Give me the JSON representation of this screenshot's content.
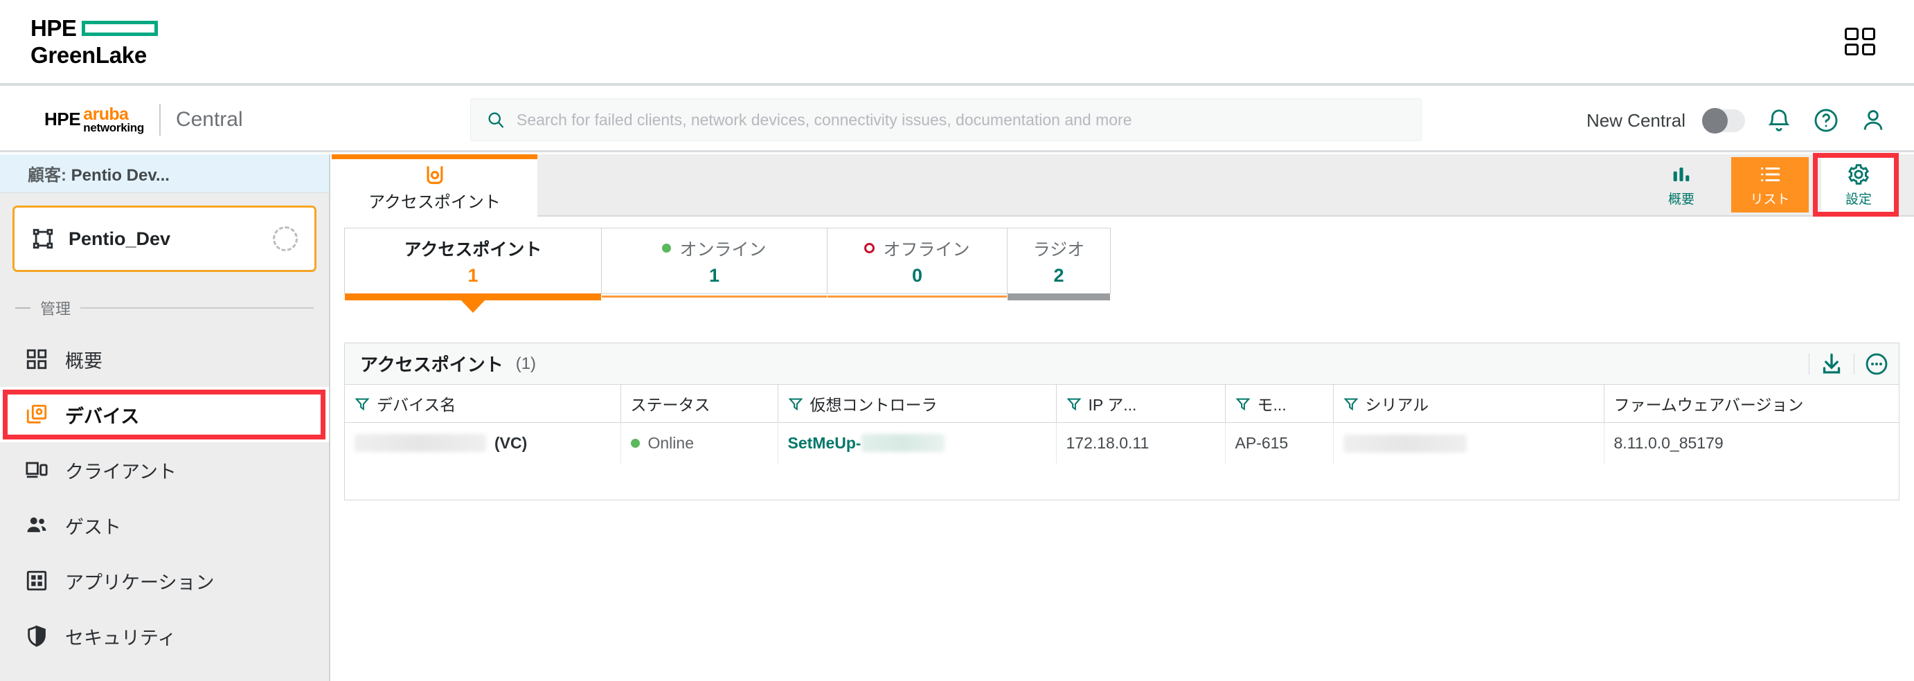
{
  "brand": {
    "hpe": "HPE",
    "greenlake": "GreenLake",
    "aruba_top": "aruba",
    "aruba_bottom": "networking",
    "central": "Central",
    "app_grid_icon": "app-grid-icon"
  },
  "search": {
    "placeholder": "Search for failed clients, network devices, connectivity issues, documentation and more",
    "icon": "search-icon"
  },
  "header_right": {
    "new_central_label": "New Central",
    "toggle_state": "off",
    "bell_icon": "bell-icon",
    "help_icon": "help-circle-icon",
    "user_icon": "user-icon"
  },
  "sidebar": {
    "customer_prefix": "顧客: ",
    "customer_name": "Pentio Dev...",
    "site": {
      "name": "Pentio_Dev",
      "icon": "group-select-icon",
      "status_icon": "loading-spinner-icon"
    },
    "section_label": "管理",
    "items": [
      {
        "label": "概要",
        "icon": "dashboard-icon",
        "active": false
      },
      {
        "label": "デバイス",
        "icon": "devices-icon",
        "active": true
      },
      {
        "label": "クライアント",
        "icon": "clients-icon",
        "active": false
      },
      {
        "label": "ゲスト",
        "icon": "guests-icon",
        "active": false
      },
      {
        "label": "アプリケーション",
        "icon": "applications-icon",
        "active": false
      },
      {
        "label": "セキュリティ",
        "icon": "security-shield-icon",
        "active": false
      }
    ]
  },
  "tabs": {
    "access_point": {
      "label": "アクセスポイント",
      "icon": "access-point-icon"
    }
  },
  "toolbar": [
    {
      "label": "概要",
      "icon": "bar-chart-icon",
      "style": "plain"
    },
    {
      "label": "リスト",
      "icon": "list-icon",
      "style": "primary"
    },
    {
      "label": "設定",
      "icon": "gear-icon",
      "style": "boxed"
    }
  ],
  "summary_cards": [
    {
      "title": "アクセスポイント",
      "value": "1",
      "value_color": "#ff8300",
      "marker": "none",
      "emphasis": true
    },
    {
      "title": "オンライン",
      "value": "1",
      "value_color": "#01776a",
      "marker": "dot-green",
      "emphasis": false
    },
    {
      "title": "オフライン",
      "value": "0",
      "value_color": "#01776a",
      "marker": "ring-red",
      "emphasis": false
    },
    {
      "title": "ラジオ",
      "value": "2",
      "value_color": "#01776a",
      "marker": "none",
      "emphasis": false
    }
  ],
  "panel": {
    "title": "アクセスポイント",
    "count": "(1)",
    "download_icon": "download-icon",
    "more_icon": "more-options-icon"
  },
  "table": {
    "columns": [
      {
        "label": "デバイス名",
        "filter": true
      },
      {
        "label": "ステータス",
        "filter": false
      },
      {
        "label": "仮想コントローラ",
        "filter": true
      },
      {
        "label": "IP ア...",
        "filter": true
      },
      {
        "label": "モ...",
        "filter": true
      },
      {
        "label": "シリアル",
        "filter": true
      },
      {
        "label": "ファームウェアバージョン",
        "filter": false
      }
    ],
    "rows": [
      {
        "device_name_redacted": true,
        "device_name_suffix": "(VC)",
        "status": "Online",
        "virtual_controller": "SetMeUp-",
        "virtual_controller_redacted": true,
        "ip_address": "172.18.0.11",
        "model": "AP-615",
        "serial_redacted": true,
        "firmware_version": "8.11.0.0_85179"
      }
    ]
  },
  "colors": {
    "hpe_green": "#01a982",
    "aruba_orange": "#ff8300",
    "teal": "#01776a",
    "highlight_red": "#f8323c",
    "online_green": "#5cb85c",
    "offline_red": "#c8102e"
  }
}
